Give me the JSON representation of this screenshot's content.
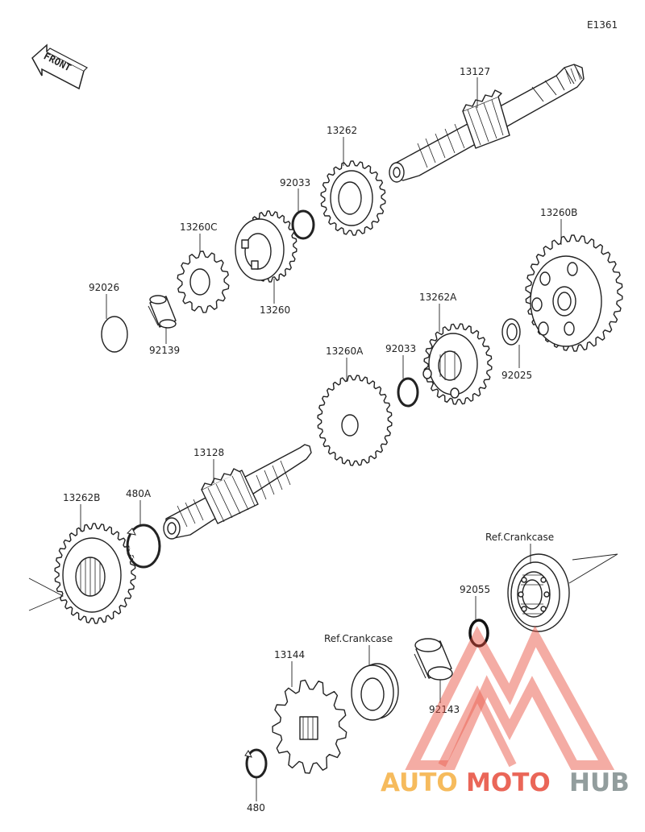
{
  "diagram_code": "E1361",
  "front_indicator": "FRONT",
  "labels": {
    "p13127": "13127",
    "p13262": "13262",
    "p92033_top": "92033",
    "p13260c": "13260C",
    "p13260": "13260",
    "p92026": "92026",
    "p92139": "92139",
    "p13260b": "13260B",
    "p13262a": "13262A",
    "p13260a": "13260A",
    "p92033_mid": "92033",
    "p92025": "92025",
    "p13128": "13128",
    "p13262b": "13262B",
    "p480a": "480A",
    "ref_crankcase_right": "Ref.Crankcase",
    "p92055": "92055",
    "ref_crankcase_mid": "Ref.Crankcase",
    "p13144": "13144",
    "p92143": "92143",
    "p480": "480"
  },
  "watermark": {
    "part1": "AUTO",
    "part2": "MOTO",
    "part3": "HUB",
    "color_orange": "#f5b041",
    "color_red": "#e74c3c",
    "color_gray": "#7f8c8d"
  }
}
